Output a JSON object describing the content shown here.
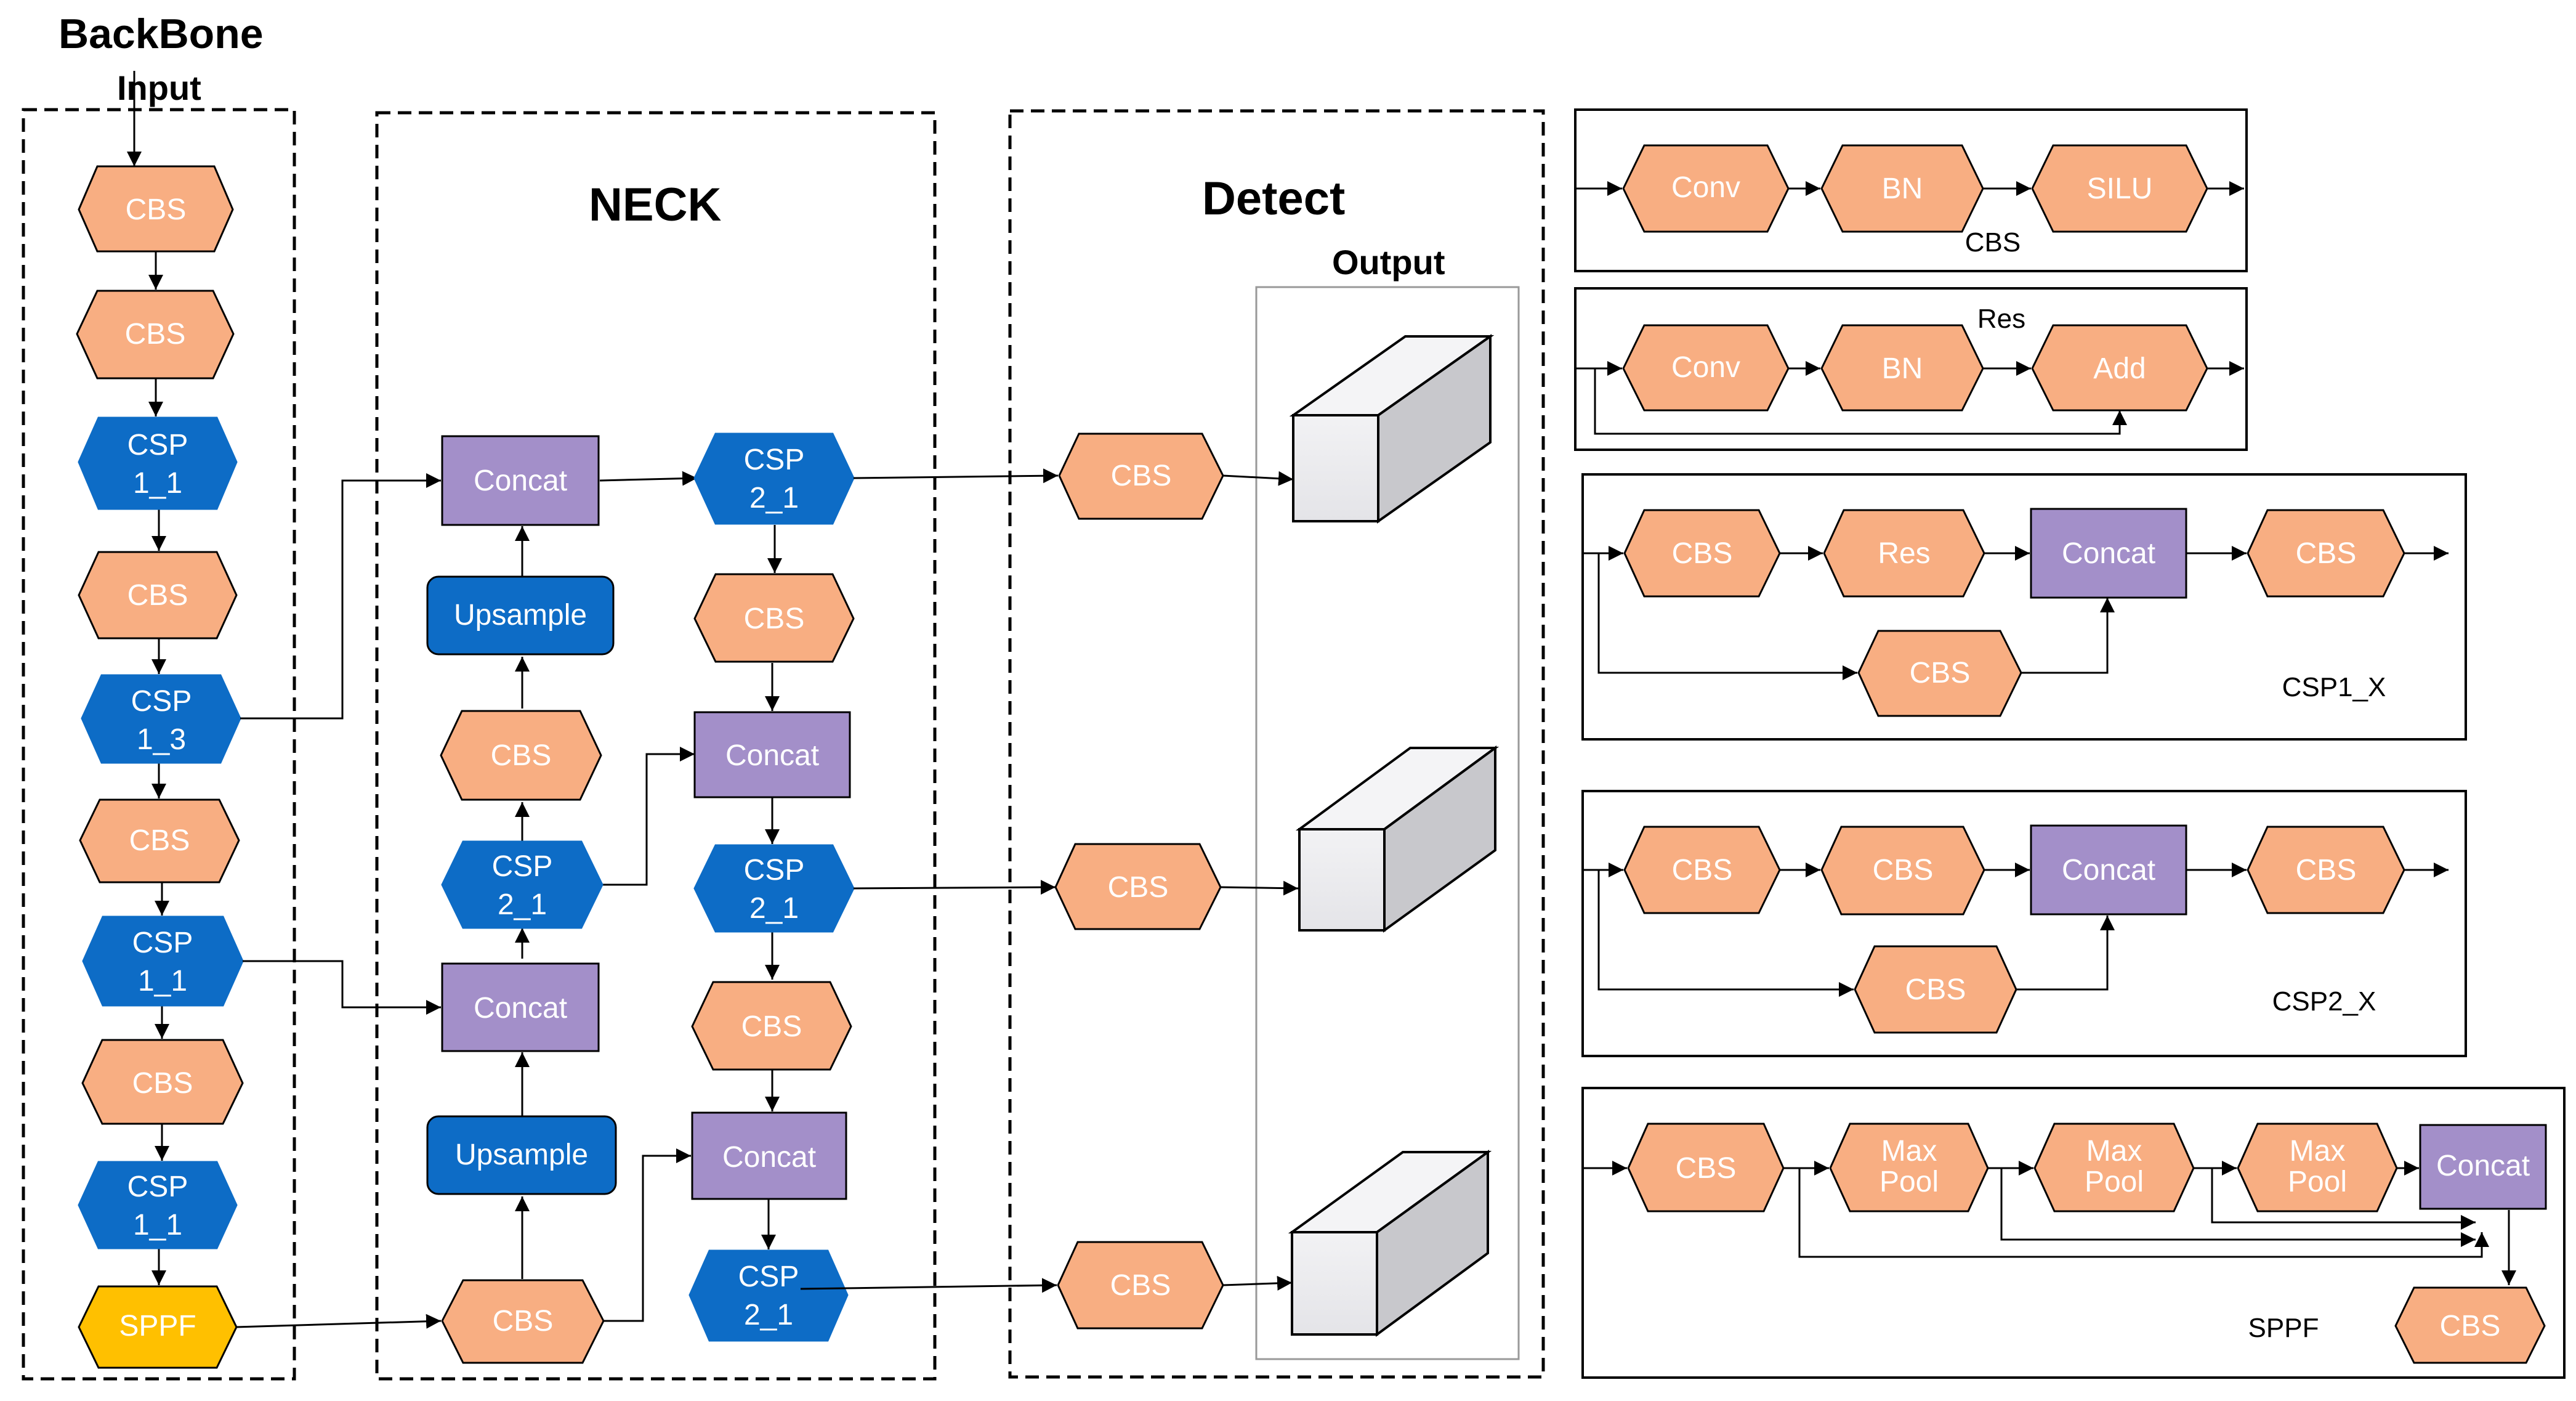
{
  "colors": {
    "cbs": "#F8AE82",
    "csp": "#0D6CC6",
    "concat": "#A38FC9",
    "upsample": "#0D6CC6",
    "sppf": "#FFC000",
    "border": "#000000"
  },
  "sections": {
    "backbone_title": "BackBone",
    "input_label": "Input",
    "neck_title": "NECK",
    "detect_title": "Detect",
    "output_label": "Output"
  },
  "backbone": [
    {
      "l1": "CBS"
    },
    {
      "l1": "CBS"
    },
    {
      "l1": "CSP",
      "l2": "1_1"
    },
    {
      "l1": "CBS"
    },
    {
      "l1": "CSP",
      "l2": "1_3"
    },
    {
      "l1": "CBS"
    },
    {
      "l1": "CSP",
      "l2": "1_1"
    },
    {
      "l1": "CBS"
    },
    {
      "l1": "CSP",
      "l2": "1_1"
    },
    {
      "l1": "SPPF"
    }
  ],
  "neck": {
    "concat_top": "Concat",
    "upsample_top": "Upsample",
    "cbs_mid": "CBS",
    "csp_mid_l1": "CSP",
    "csp_mid_l2": "2_1",
    "concat_mid": "Concat",
    "upsample_bot": "Upsample",
    "cbs_bot": "CBS",
    "csp_r1_l1": "CSP",
    "csp_r1_l2": "2_1",
    "cbs_r2": "CBS",
    "concat_r3": "Concat",
    "csp_r4_l1": "CSP",
    "csp_r4_l2": "2_1",
    "cbs_r5": "CBS",
    "concat_r6": "Concat",
    "csp_r7_l1": "CSP",
    "csp_r7_l2": "2_1"
  },
  "detect": {
    "cbs": [
      "CBS",
      "CBS",
      "CBS"
    ]
  },
  "legend": {
    "cbs_block": {
      "nodes": [
        "Conv",
        "BN",
        "SILU"
      ],
      "caption": "CBS"
    },
    "res_block": {
      "nodes": [
        "Conv",
        "BN",
        "Add"
      ],
      "caption": "Res"
    },
    "csp1_block": {
      "nodes": [
        "CBS",
        "Res",
        "Concat",
        "CBS"
      ],
      "branch": "CBS",
      "caption": "CSP1_X"
    },
    "csp2_block": {
      "nodes": [
        "CBS",
        "CBS",
        "Concat",
        "CBS"
      ],
      "branch": "CBS",
      "caption": "CSP2_X"
    },
    "sppf_block": {
      "nodes": [
        "CBS",
        "Max",
        "Pool",
        "Max",
        "Pool",
        "Max",
        "Pool",
        "Concat"
      ],
      "out": "CBS",
      "caption": "SPPF"
    }
  }
}
